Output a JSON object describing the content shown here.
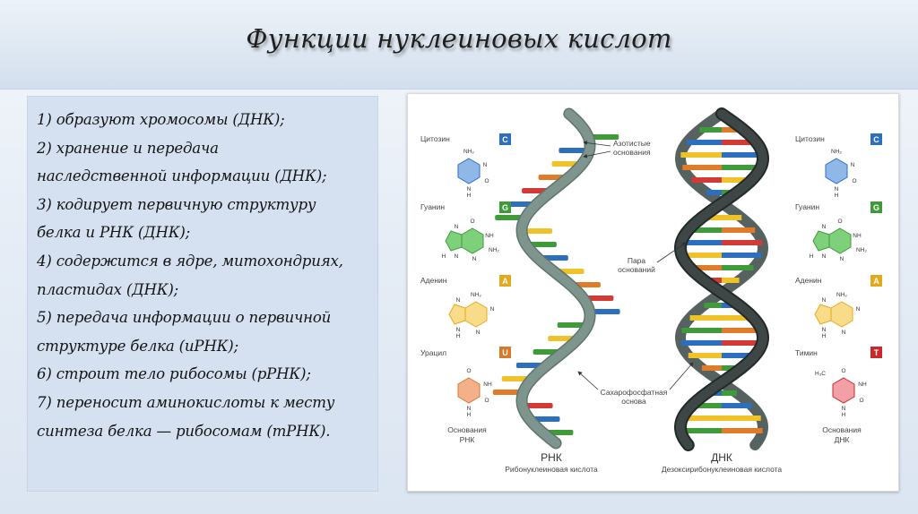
{
  "slide": {
    "title": "Функции нуклеиновых кислот"
  },
  "functions": [
    "1) образуют хромосомы (ДНК);",
    "2) хранение и передача",
    "наследственной информации (ДНК);",
    "3) кодирует первичную структуру",
    "белка и РНК (ДНК);",
    "4) содержится в ядре, митохондриях,",
    "пластидах (ДНК);",
    "5) передача информации о первичной",
    "структуре белка (иРНК);",
    "6) строит тело рибосомы (рРНК);",
    "7) переносит аминокислоты к месту",
    "синтеза белка — рибосомам (тРНК)."
  ],
  "figure": {
    "left_bases": [
      {
        "name": "Цитозин",
        "letter": "C",
        "color": "#2d6fbf"
      },
      {
        "name": "Гуанин",
        "letter": "G",
        "color": "#3f9a3a"
      },
      {
        "name": "Аденин",
        "letter": "A",
        "color": "#e5a91c"
      },
      {
        "name": "Урацил",
        "letter": "U",
        "color": "#d9792a"
      }
    ],
    "right_bases": [
      {
        "name": "Цитозин",
        "letter": "C",
        "color": "#2d6fbf"
      },
      {
        "name": "Гуанин",
        "letter": "G",
        "color": "#3f9a3a"
      },
      {
        "name": "Аденин",
        "letter": "A",
        "color": "#e5a91c"
      },
      {
        "name": "Тимин",
        "letter": "T",
        "color": "#c8292a"
      }
    ],
    "annotations": {
      "nitrogen_bases_1": "Азотистые",
      "nitrogen_bases_2": "основания",
      "base_pair_1": "Пара",
      "base_pair_2": "оснований",
      "backbone_1": "Сахарофосфатная",
      "backbone_2": "основа"
    },
    "rna_caption": {
      "name": "РНК",
      "full": "Рибонуклеиновая кислота"
    },
    "dna_caption": {
      "name": "ДНК",
      "full": "Дезоксирибонуклеиновая кислота"
    },
    "rna_bases_caption": {
      "line1": "Основания",
      "line2": "РНК"
    },
    "dna_bases_caption": {
      "line1": "Основания",
      "line2": "ДНК"
    },
    "atoms": {
      "cytosine": [
        "NH₂",
        "N",
        "N",
        "H",
        "O"
      ],
      "guanine": [
        "O",
        "N",
        "N",
        "NH",
        "NH₂",
        "H",
        "N"
      ],
      "adenine": [
        "NH₂",
        "N",
        "N",
        "N",
        "N",
        "H"
      ],
      "uracil": [
        "O",
        "NH",
        "N",
        "H",
        "O"
      ],
      "thymine": [
        "O",
        "H₃C",
        "NH",
        "N",
        "H",
        "O"
      ]
    },
    "colors": {
      "rna_backbone": "#7e958d",
      "dna_backbone": "#3e4746",
      "cytosine": "#2d6fbf",
      "guanine": "#3f9a3a",
      "adenine": "#f0c22a",
      "uracil": "#e07b2a",
      "thymine": "#d43a35"
    }
  }
}
